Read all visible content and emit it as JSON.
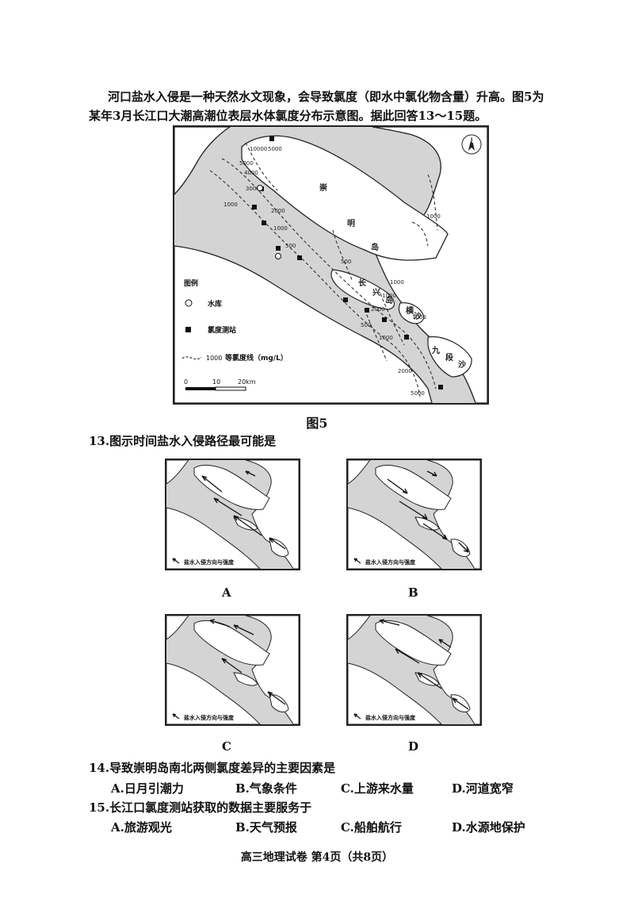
{
  "intro": "河口盐水入侵是一种天然水文现象，会导致氯度（即水中氯化物含量）升高。图5为某年3月长江口大潮高潮位表层水体氯度分布示意图。据此回答13～15题。",
  "figure5": {
    "caption": "图5",
    "compass": "N",
    "island_chongming": [
      "崇",
      "明",
      "岛"
    ],
    "island_changxing": [
      "长",
      "兴",
      "岛"
    ],
    "island_hengsha": [
      "横",
      "沙"
    ],
    "island_jiuduansha": [
      "九",
      "段",
      "沙"
    ],
    "legend": {
      "title": "图例",
      "reservoir": "水库",
      "station": "氯度测站",
      "isoline_value": "1000",
      "isoline": "等氯度线（mg/L）"
    },
    "scale": {
      "t0": "0",
      "t1": "10",
      "t2": "20km"
    },
    "contour_labels": [
      "10000",
      "5000",
      "5000",
      "4000",
      "3000",
      "1000",
      "2000",
      "1000",
      "500",
      "500",
      "1000",
      "1000",
      "500",
      "2000",
      "1000",
      "1000",
      "2000",
      "5000",
      "1000"
    ]
  },
  "q13": {
    "stem": "13.图示时间盐水入侵路径最可能是",
    "panel_legend": "盐水入侵方向与强度",
    "letters": [
      "A",
      "B",
      "C",
      "D"
    ]
  },
  "q14": {
    "stem": "14.导致崇明岛南北两侧氯度差异的主要因素是",
    "options": [
      "A.日月引潮力",
      "B.气象条件",
      "C.上游来水量",
      "D.河道宽窄"
    ]
  },
  "q15": {
    "stem": "15.长江口氯度测站获取的数据主要服务于",
    "options": [
      "A.旅游观光",
      "B.天气预报",
      "C.船舶航行",
      "D.水源地保护"
    ]
  },
  "footer": "高三地理试卷 第4页（共8页）"
}
